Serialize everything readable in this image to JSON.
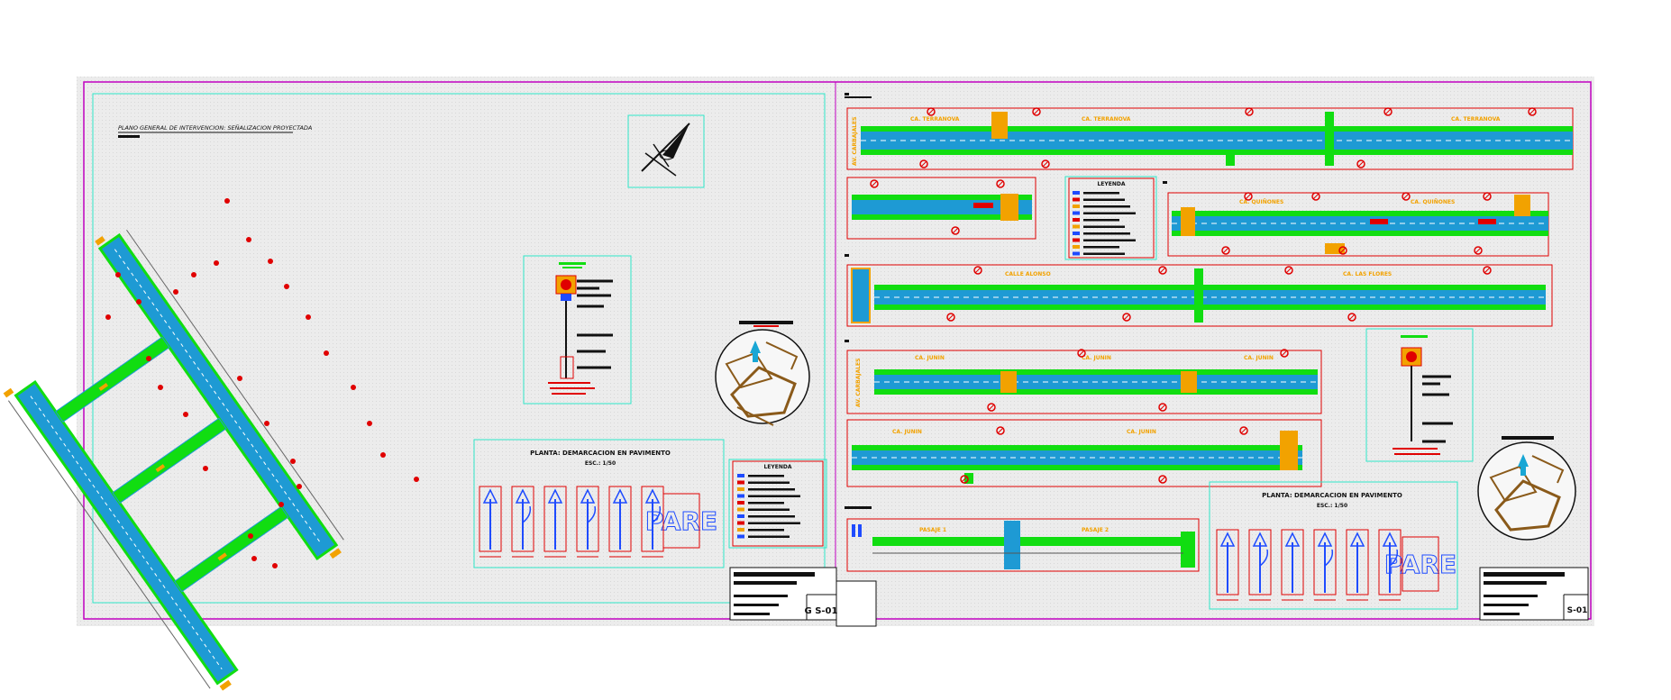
{
  "colors": {
    "sheet": "#ededed",
    "border": "#c000c0",
    "frame": "#2ee6c8",
    "red": "#e00000",
    "green": "#11dd11",
    "blue": "#1e4bff",
    "orange": "#f2a200",
    "cyan": "#18a6d4",
    "dark": "#111111"
  },
  "sheet1": {
    "title": "PLANO GENERAL DE INTERVENCION: SEÑALIZACION PROYECTADA",
    "sheet_number": "G S-01"
  },
  "sheet2": {
    "sheet_number": "S-01"
  },
  "marking_panel_1": {
    "title": "PLANTA: DEMARCACION EN PAVIMENTO",
    "scale": "ESC.: 1/50",
    "stencil": "PARE"
  },
  "marking_panel_2": {
    "title": "PLANTA: DEMARCACION EN PAVIMENTO",
    "scale": "ESC.: 1/50",
    "stencil": "PARE"
  },
  "legend_1": {
    "title": "LEYENDA"
  },
  "legend_2": {
    "title": "LEYENDA"
  },
  "street_labels": {
    "s1a": "CA. TERRANOVA",
    "s1b": "CA. TERRANOVA",
    "s1c": "CA. TERRANOVA",
    "s1_side": "AV. CARBAJALES",
    "s3a": "CA. QUIÑONES",
    "s3b": "CA. QUIÑONES",
    "s4a": "CALLE ALONSO",
    "s4b": "CA. LAS FLORES",
    "s5a": "CA. JUNIN",
    "s5b": "CA. JUNIN",
    "s5c": "CA. JUNIN",
    "s5_side": "AV. CARBAJALES",
    "s6a": "CA. JUNIN",
    "s6b": "CA. JUNIN",
    "s7a": "PASAJE 1",
    "s7b": "PASAJE 2"
  }
}
